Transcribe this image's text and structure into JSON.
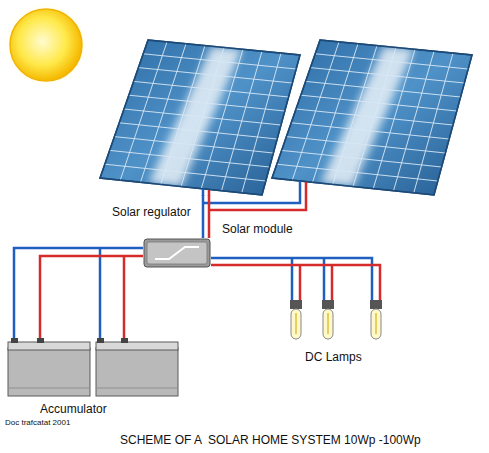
{
  "diagram": {
    "caption": "SCHEME OF A  SOLAR HOME SYSTEM 10Wp -100Wp",
    "nodes": [
      {
        "text": [
          "Solar module"
        ]
      },
      {
        "text": [
          "Solar regulator"
        ]
      },
      {
        "text": [
          "Accumulator"
        ]
      },
      {
        "text": [
          "DC Lamps"
        ]
      }
    ],
    "edges": [
      {
        "from": 0,
        "to": 1,
        "arrow": "none"
      },
      {
        "from": 1,
        "to": 2,
        "arrow": "none"
      },
      {
        "from": 1,
        "to": 3,
        "arrow": "none"
      }
    ],
    "labels": [
      "Doc trafcatat 2001"
    ]
  }
}
